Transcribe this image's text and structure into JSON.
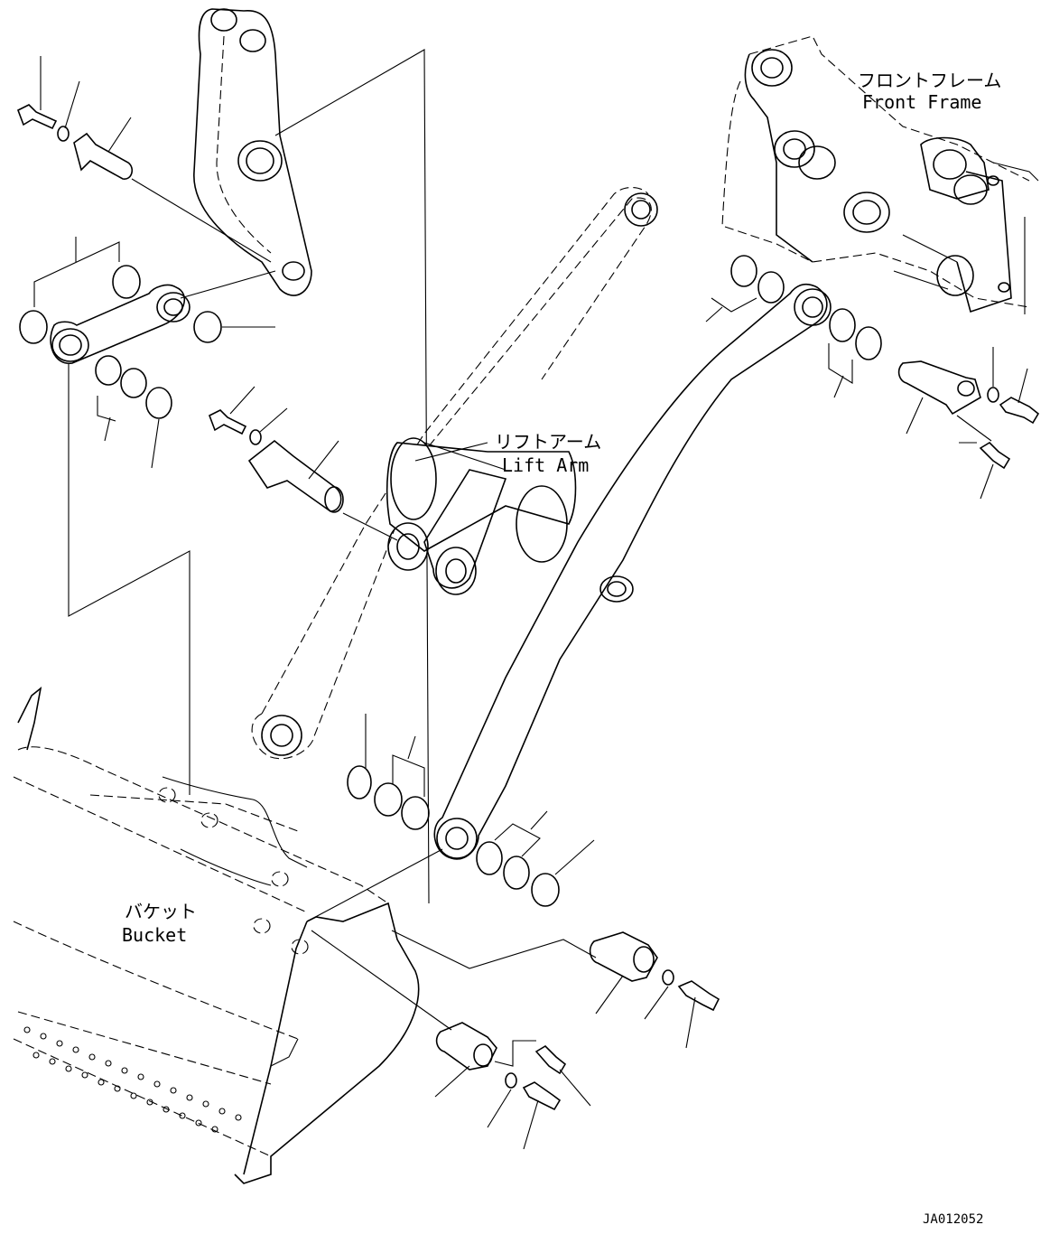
{
  "labels": {
    "front_frame_jp": "フロントフレーム",
    "front_frame_en": "Front Frame",
    "lift_arm_jp": "リフトアーム",
    "lift_arm_en": "Lift Arm",
    "bucket_jp": "バケット",
    "bucket_en": "Bucket",
    "drawing_code": "JA012052"
  },
  "colors": {
    "line": "#000000",
    "background": "#ffffff"
  }
}
